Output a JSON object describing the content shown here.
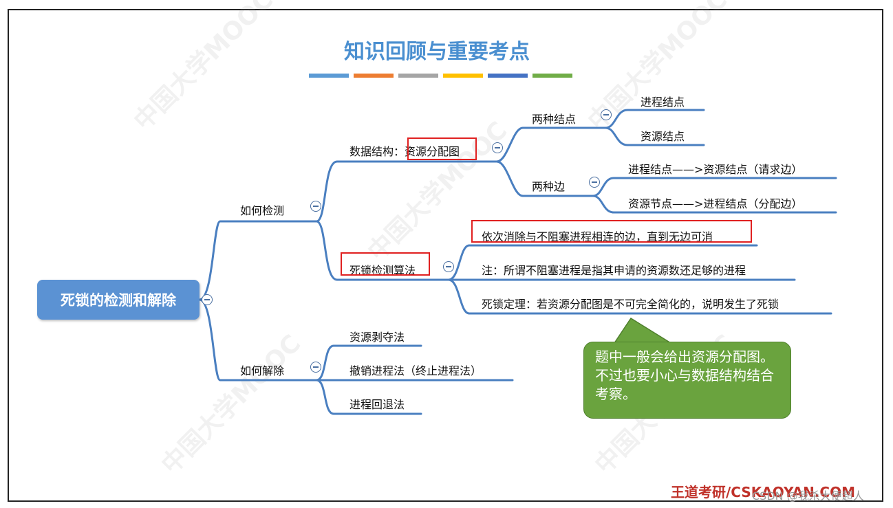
{
  "title": "知识回顾与重要考点",
  "title_bar_colors": [
    "#5b9bd5",
    "#ed7d31",
    "#a5a5a5",
    "#ffc000",
    "#4472c4",
    "#70ad47"
  ],
  "root": "死锁的检测和解除",
  "detect": {
    "label": "如何检测",
    "data_structure": {
      "prefix": "数据结构：",
      "boxed": "资源分配图",
      "two_nodes": {
        "label": "两种结点",
        "items": [
          "进程结点",
          "资源结点"
        ]
      },
      "two_edges": {
        "label": "两种边",
        "items": [
          "进程结点——>资源结点（请求边）",
          "资源节点——>进程结点（分配边）"
        ]
      }
    },
    "algorithm": {
      "label": "死锁检测算法",
      "items": [
        "依次消除与不阻塞进程相连的边，直到无边可消",
        "注：所谓不阻塞进程是指其申请的资源数还足够的进程",
        "死锁定理：若资源分配图是不可完全简化的，说明发生了死锁"
      ]
    }
  },
  "remove": {
    "label": "如何解除",
    "items": [
      "资源剥夺法",
      "撤销进程法（终止进程法）",
      "进程回退法"
    ]
  },
  "callout": "题中一般会给出资源分配图。不过也要小心与数据结构结合考察。",
  "brand": "王道考研/CSKAOYAN.COM",
  "csdn": "CSDN @我杀大便超人",
  "watermark": "中国大学MOOC",
  "colors": {
    "accent": "#5b92d3",
    "edge": "#4a7fc0",
    "highlight": "#e02020",
    "callout": "#6aa33e",
    "brand": "#c0322a"
  }
}
